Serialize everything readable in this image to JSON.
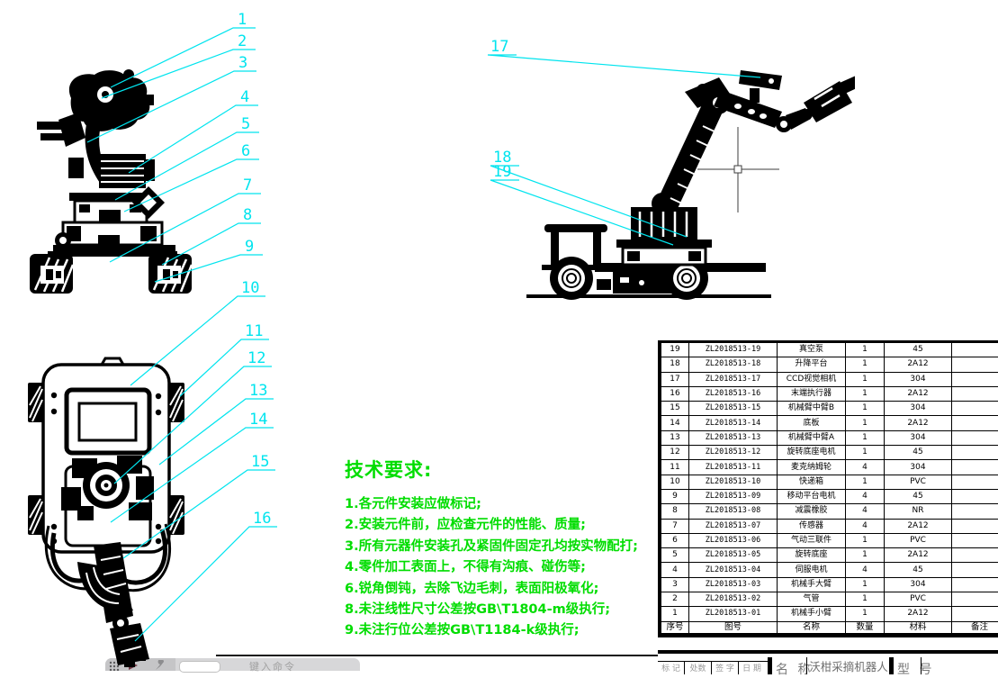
{
  "colors": {
    "callout_cyan": "#00e4ee",
    "tech_green": "#00dd00",
    "drawing_black": "#000000",
    "command_bar_bg": "#d7d7d9"
  },
  "callouts": [
    "1",
    "2",
    "3",
    "4",
    "5",
    "6",
    "7",
    "8",
    "9",
    "10",
    "11",
    "12",
    "13",
    "14",
    "15",
    "16",
    "17",
    "18",
    "19"
  ],
  "tech_requirements": {
    "title": "技术要求:",
    "items": [
      "1.各元件安装应做标记;",
      "2.安装元件前，应检查元件的性能、质量;",
      "3.所有元器件安装孔及紧固件固定孔均按实物配打;",
      "4.零件加工表面上，不得有沟痕、碰伤等;",
      "6.锐角倒钝，去除飞边毛刺，表面阳极氧化;",
      "8.未注线性尺寸公差按GB\\T1804-m级执行;",
      "9.未注行位公差按GB\\T1184-k级执行;"
    ]
  },
  "parts_table": {
    "headers": [
      "序号",
      "图号",
      "名称",
      "数量",
      "材料",
      "备注"
    ],
    "rows": [
      [
        "19",
        "ZL2018513-19",
        "真空泵",
        "1",
        "45",
        ""
      ],
      [
        "18",
        "ZL2018513-18",
        "升降平台",
        "1",
        "2A12",
        ""
      ],
      [
        "17",
        "ZL2018513-17",
        "CCD视觉相机",
        "1",
        "304",
        ""
      ],
      [
        "16",
        "ZL2018513-16",
        "末端执行器",
        "1",
        "2A12",
        ""
      ],
      [
        "15",
        "ZL2018513-15",
        "机械臂中臂B",
        "1",
        "304",
        ""
      ],
      [
        "14",
        "ZL2018513-14",
        "底板",
        "1",
        "2A12",
        ""
      ],
      [
        "13",
        "ZL2018513-13",
        "机械臂中臂A",
        "1",
        "304",
        ""
      ],
      [
        "12",
        "ZL2018513-12",
        "旋转底座电机",
        "1",
        "45",
        ""
      ],
      [
        "11",
        "ZL2018513-11",
        "麦克纳姆轮",
        "4",
        "304",
        ""
      ],
      [
        "10",
        "ZL2018513-10",
        "快递箱",
        "1",
        "PVC",
        ""
      ],
      [
        "9",
        "ZL2018513-09",
        "移动平台电机",
        "4",
        "45",
        ""
      ],
      [
        "8",
        "ZL2018513-08",
        "减震橡胶",
        "4",
        "NR",
        ""
      ],
      [
        "7",
        "ZL2018513-07",
        "传感器",
        "4",
        "2A12",
        ""
      ],
      [
        "6",
        "ZL2018513-06",
        "气动三联件",
        "1",
        "PVC",
        ""
      ],
      [
        "5",
        "ZL2018513-05",
        "旋转底座",
        "1",
        "2A12",
        ""
      ],
      [
        "4",
        "ZL2018513-04",
        "伺服电机",
        "4",
        "45",
        ""
      ],
      [
        "3",
        "ZL2018513-03",
        "机械手大臂",
        "1",
        "304",
        ""
      ],
      [
        "2",
        "ZL2018513-02",
        "气管",
        "1",
        "PVC",
        ""
      ],
      [
        "1",
        "ZL2018513-01",
        "机械手小臂",
        "1",
        "2A12",
        ""
      ]
    ]
  },
  "title_block": {
    "name_label": "名 称",
    "name_value": "沃柑采摘机器人",
    "model_label": "型 号",
    "revision_labels": [
      "标 记",
      "处数",
      "签 字",
      "日 期"
    ]
  },
  "command_bar": {
    "placeholder": "键入命令"
  }
}
